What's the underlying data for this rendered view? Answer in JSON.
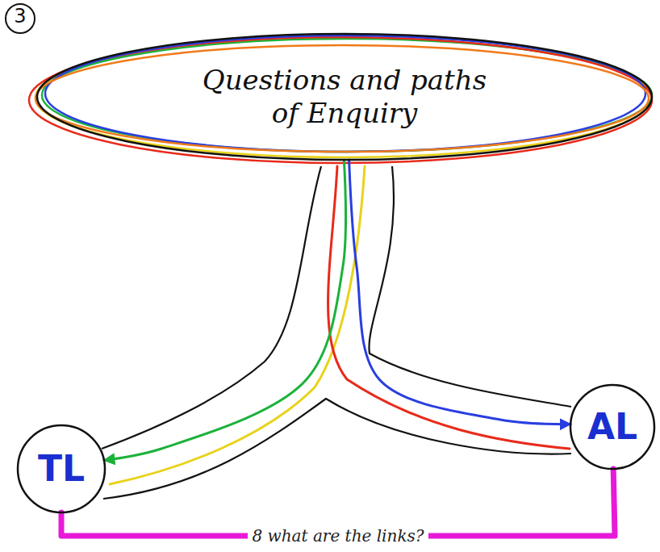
{
  "diagram": {
    "nodes": [
      {
        "text": [
          "Questions and paths of Enquiry"
        ]
      },
      {
        "text": [
          "TL"
        ]
      },
      {
        "text": [
          "AL"
        ]
      }
    ],
    "edges": [
      {
        "from": 0,
        "to": 1,
        "arrow": "to"
      },
      {
        "from": 0,
        "to": 2,
        "arrow": "to"
      },
      {
        "from": 1,
        "to": 2,
        "arrow": "none",
        "label": "8 what are the links?"
      }
    ],
    "labels": [
      "3"
    ]
  }
}
